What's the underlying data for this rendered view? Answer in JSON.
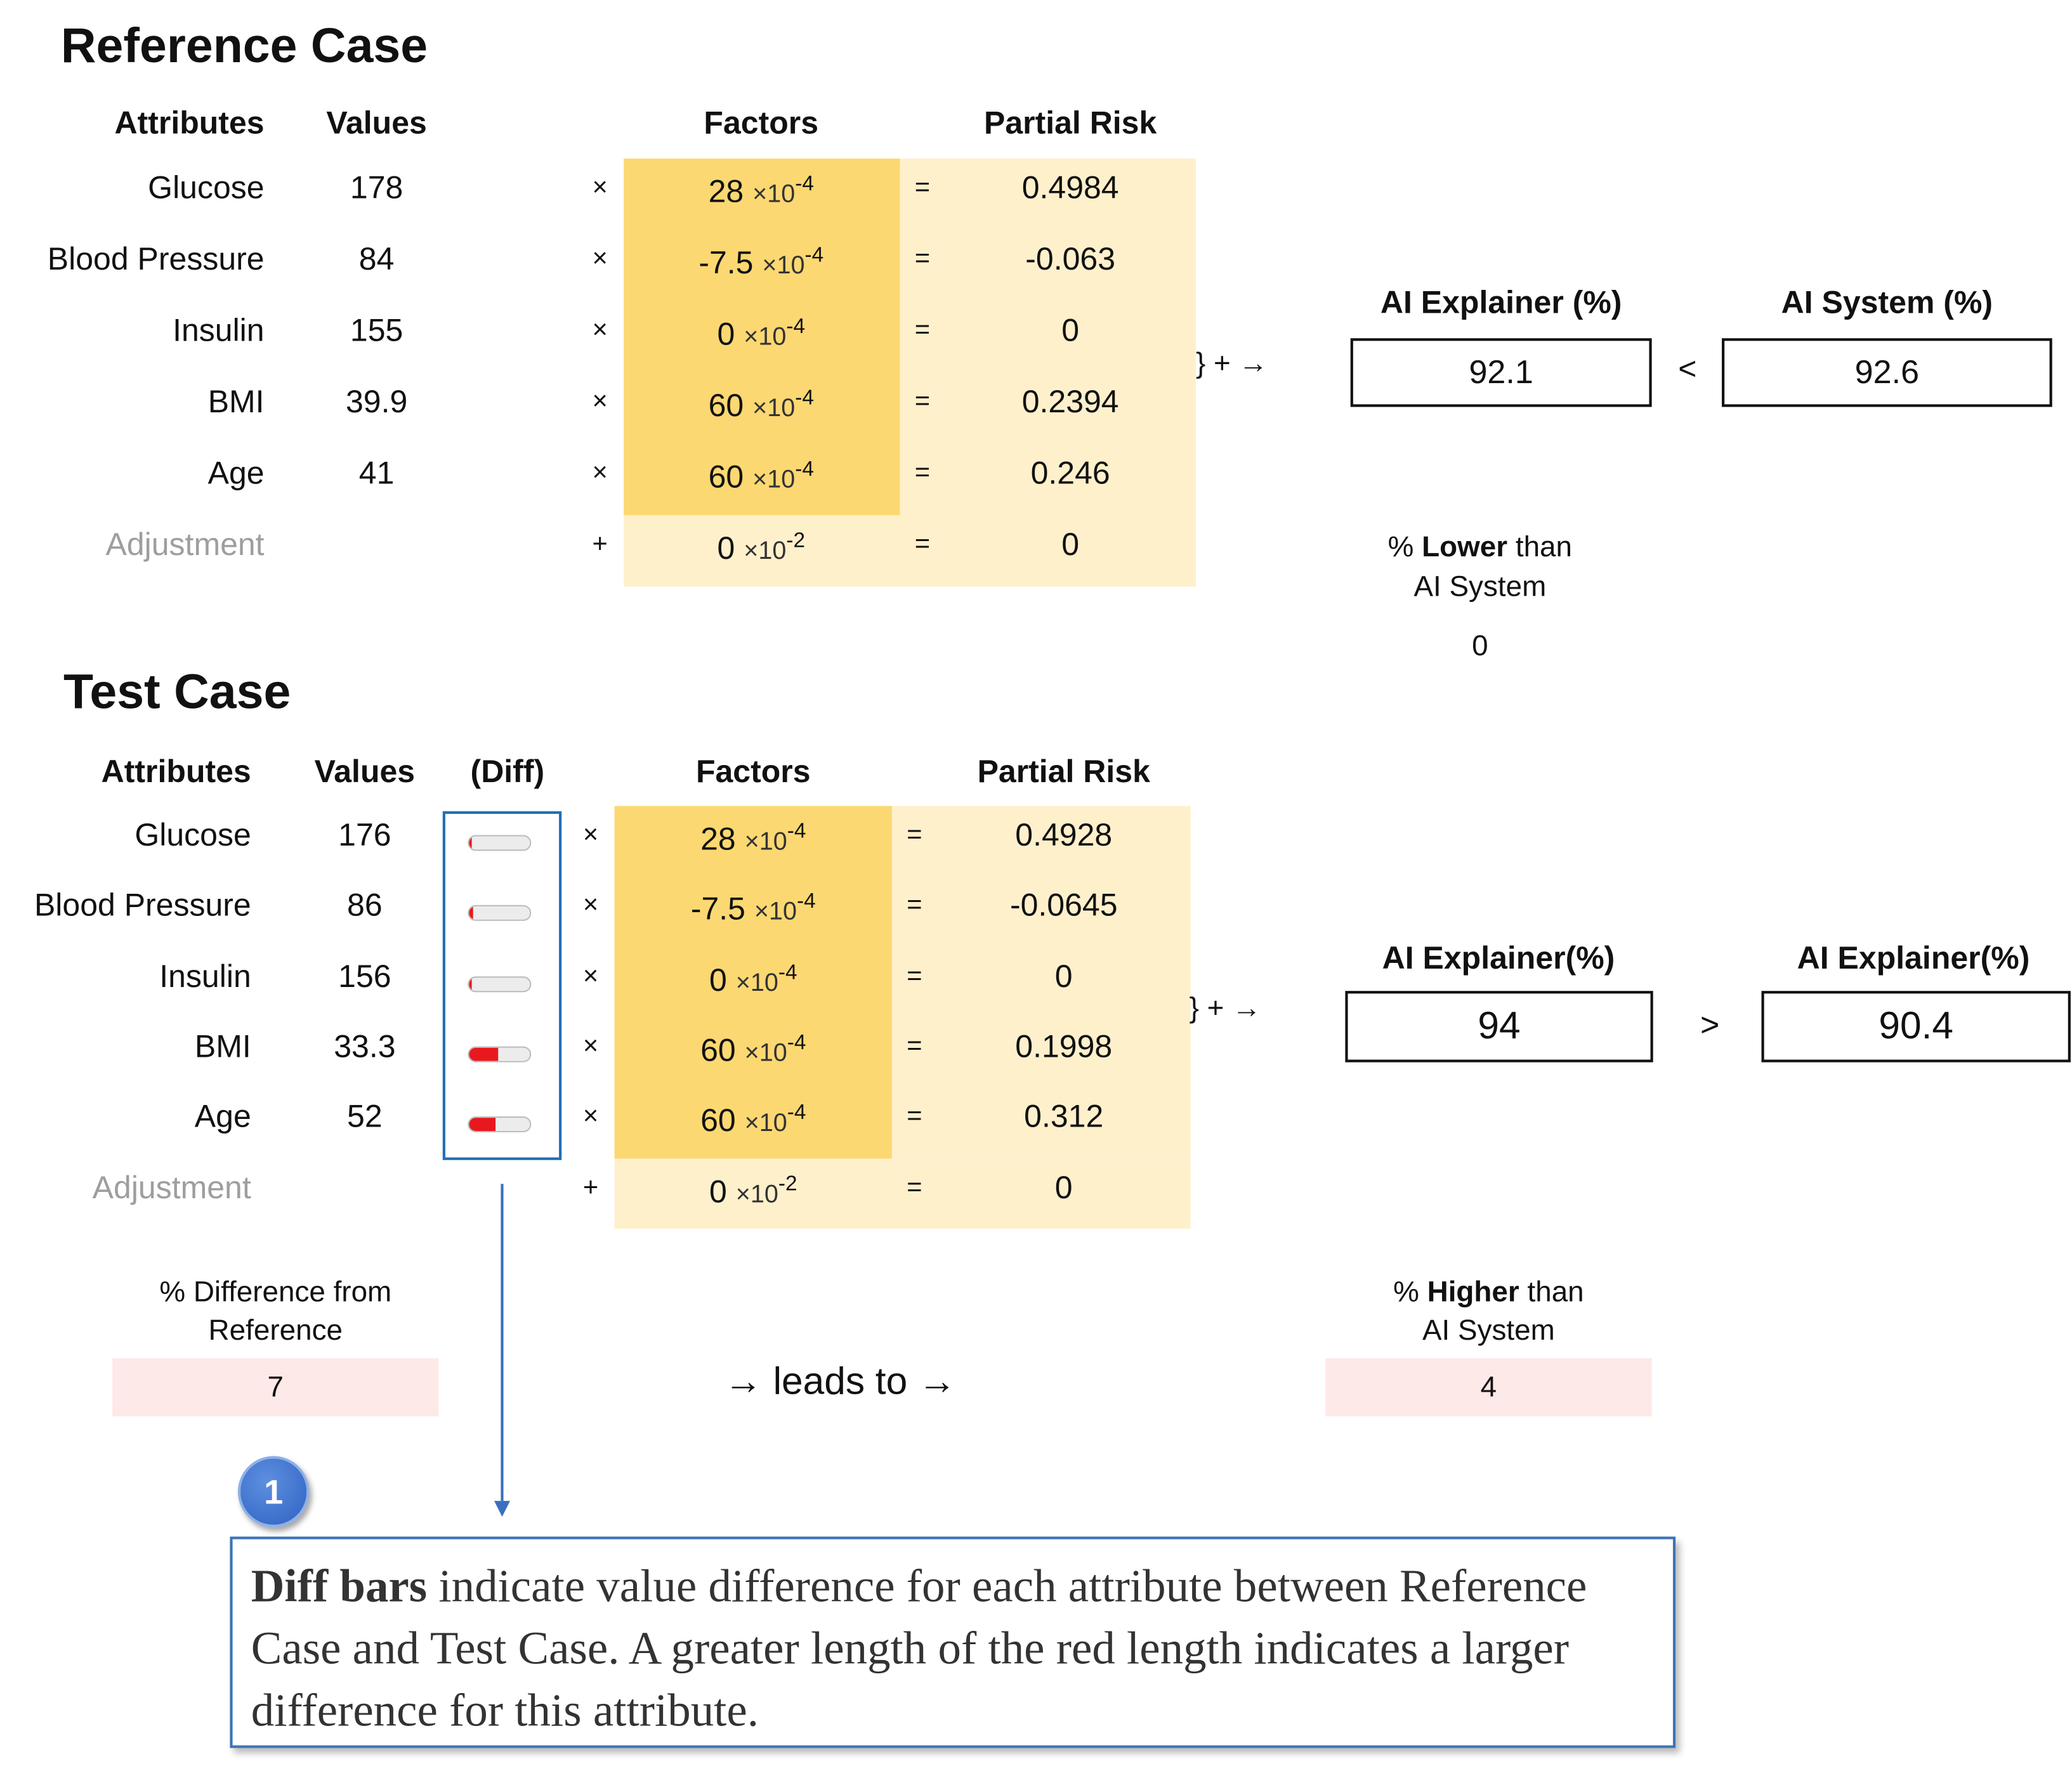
{
  "reference": {
    "title": "Reference Case",
    "headers": {
      "attributes": "Attributes",
      "values": "Values",
      "factors": "Factors",
      "partial_risk": "Partial Risk"
    },
    "rows": [
      {
        "attribute": "Glucose",
        "value": "178",
        "op": "×",
        "factor": "28",
        "exp": "-4",
        "eq": "=",
        "partial": "0.4984"
      },
      {
        "attribute": "Blood Pressure",
        "value": "84",
        "op": "×",
        "factor": "-7.5",
        "exp": "-4",
        "eq": "=",
        "partial": "-0.063"
      },
      {
        "attribute": "Insulin",
        "value": "155",
        "op": "×",
        "factor": "0",
        "exp": "-4",
        "eq": "=",
        "partial": "0"
      },
      {
        "attribute": "BMI",
        "value": "39.9",
        "op": "×",
        "factor": "60",
        "exp": "-4",
        "eq": "=",
        "partial": "0.2394"
      },
      {
        "attribute": "Age",
        "value": "41",
        "op": "×",
        "factor": "60",
        "exp": "-4",
        "eq": "=",
        "partial": "0.246"
      },
      {
        "attribute": "Adjustment",
        "value": "",
        "op": "+",
        "factor": "0",
        "exp": "-2",
        "eq": "=",
        "partial": "0"
      }
    ],
    "sum_symbol": "}  +  →",
    "explainer_label": "AI Explainer (%)",
    "explainer_value": "92.1",
    "comparator": "<",
    "system_label": "AI System (%)",
    "system_value": "92.6",
    "compare_prefix": "% ",
    "compare_bold": "Lower",
    "compare_suffix": " than",
    "compare_line2": "AI System",
    "compare_value": "0"
  },
  "test": {
    "title": "Test Case",
    "headers": {
      "attributes": "Attributes",
      "values": "Values",
      "diff": "(Diff)",
      "factors": "Factors",
      "partial_risk": "Partial Risk"
    },
    "rows": [
      {
        "attribute": "Glucose",
        "value": "176",
        "diff": 0.04,
        "op": "×",
        "factor": "28",
        "exp": "-4",
        "eq": "=",
        "partial": "0.4928"
      },
      {
        "attribute": "Blood Pressure",
        "value": "86",
        "diff": 0.06,
        "op": "×",
        "factor": "-7.5",
        "exp": "-4",
        "eq": "=",
        "partial": "-0.0645"
      },
      {
        "attribute": "Insulin",
        "value": "156",
        "diff": 0.01,
        "op": "×",
        "factor": "0",
        "exp": "-4",
        "eq": "=",
        "partial": "0"
      },
      {
        "attribute": "BMI",
        "value": "33.3",
        "diff": 0.47,
        "op": "×",
        "factor": "60",
        "exp": "-4",
        "eq": "=",
        "partial": "0.1998"
      },
      {
        "attribute": "Age",
        "value": "52",
        "diff": 0.44,
        "op": "×",
        "factor": "60",
        "exp": "-4",
        "eq": "=",
        "partial": "0.312"
      },
      {
        "attribute": "Adjustment",
        "value": "",
        "op": "+",
        "factor": "0",
        "exp": "-2",
        "eq": "=",
        "partial": "0"
      }
    ],
    "sum_symbol": "}  +  →",
    "explainer_label": "AI Explainer(%)",
    "explainer_value": "94",
    "comparator": ">",
    "second_label": "AI Explainer(%)",
    "second_value": "90.4",
    "diff_label_line1": "% Difference from",
    "diff_label_line2": "Reference",
    "diff_value": "7",
    "leads_to": "→ leads to →",
    "compare_prefix": "% ",
    "compare_bold": "Higher",
    "compare_suffix": " than",
    "compare_line2": "AI System",
    "compare_value": "4"
  },
  "sci_times": "×10",
  "callout": {
    "badge": "1",
    "bold": "Diff bars",
    "text": " indicate value difference for each attribute between Reference Case and Test Case. A greater length of the red length indicates a larger difference for this attribute."
  },
  "colors": {
    "factor_band": "#fcd872",
    "partial_band": "#fff0cc",
    "diff_fill": "#e8191e",
    "pink_box": "#fde9e8",
    "callout_border": "#3b74b7",
    "highlight_border": "#1f6fb5"
  }
}
